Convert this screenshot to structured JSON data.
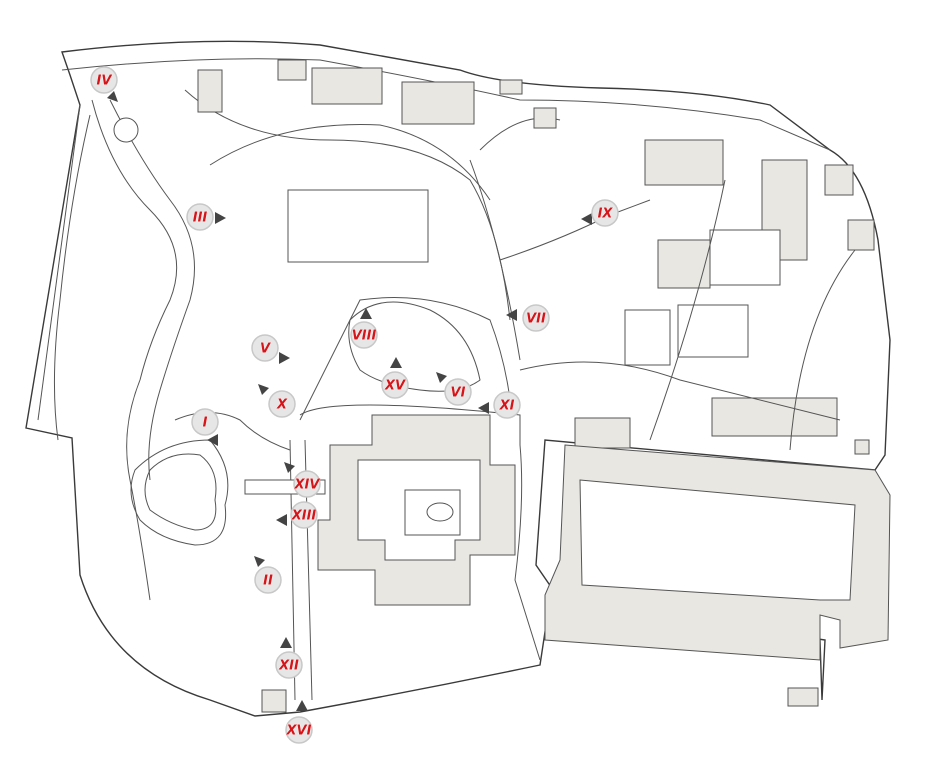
{
  "map": {
    "background_color": "#ffffff",
    "building_color": "#e9e7e2",
    "line_color": "#555555",
    "marker_text_color": "#d4161b",
    "marker_circle_color": "#e6e6e6"
  },
  "markers": [
    {
      "id": "I",
      "label": "I",
      "arrow": "left"
    },
    {
      "id": "II",
      "label": "II",
      "arrow": "up-left"
    },
    {
      "id": "III",
      "label": "III",
      "arrow": "right"
    },
    {
      "id": "IV",
      "label": "IV",
      "arrow": "down-right"
    },
    {
      "id": "V",
      "label": "V",
      "arrow": "right"
    },
    {
      "id": "VI",
      "label": "VI",
      "arrow": "up-left"
    },
    {
      "id": "VII",
      "label": "VII",
      "arrow": "left"
    },
    {
      "id": "VIII",
      "label": "VIII",
      "arrow": "up"
    },
    {
      "id": "IX",
      "label": "IX",
      "arrow": "left"
    },
    {
      "id": "X",
      "label": "X",
      "arrow": "up-left"
    },
    {
      "id": "XI",
      "label": "XI",
      "arrow": "left"
    },
    {
      "id": "XII",
      "label": "XII",
      "arrow": "up"
    },
    {
      "id": "XIII",
      "label": "XIII",
      "arrow": "left"
    },
    {
      "id": "XIV",
      "label": "XIV",
      "arrow": "up-left"
    },
    {
      "id": "XV",
      "label": "XV",
      "arrow": "up"
    },
    {
      "id": "XVI",
      "label": "XVI",
      "arrow": "up"
    }
  ]
}
